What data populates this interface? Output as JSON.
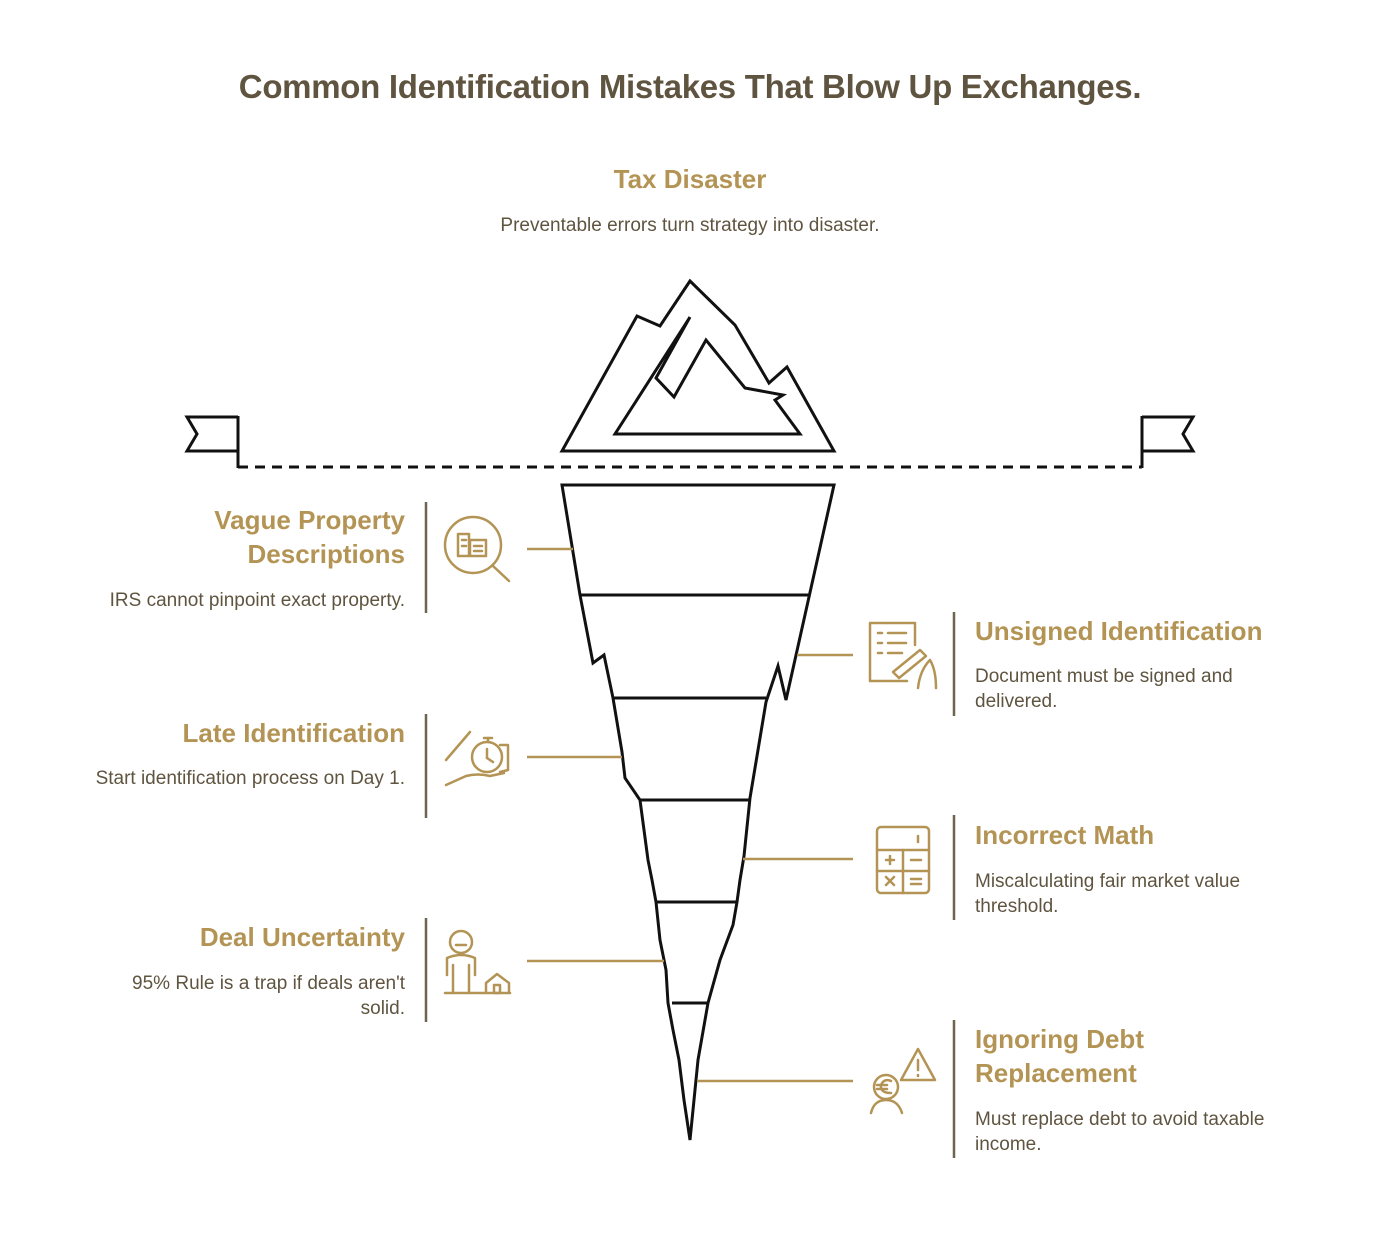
{
  "title": "Common Identification Mistakes That Blow Up Exchanges.",
  "top": {
    "title": "Tax Disaster",
    "description": "Preventable errors turn strategy into disaster."
  },
  "left_items": [
    {
      "title": "Vague Property Descriptions",
      "description": "IRS cannot pinpoint exact property.",
      "icon": "magnifier-building-icon"
    },
    {
      "title": "Late Identification",
      "description": "Start identification process on Day 1.",
      "icon": "hand-stopwatch-icon"
    },
    {
      "title": "Deal Uncertainty",
      "description": "95% Rule is a trap if deals aren't solid.",
      "icon": "person-house-icon"
    }
  ],
  "right_items": [
    {
      "title": "Unsigned Identification",
      "description": "Document must be signed and delivered.",
      "icon": "document-sign-icon"
    },
    {
      "title": "Incorrect Math",
      "description": "Miscalculating fair market value threshold.",
      "icon": "calculator-icon"
    },
    {
      "title": "Ignoring Debt Replacement",
      "description": "Must replace debt to avoid taxable income.",
      "icon": "debt-warning-icon"
    }
  ],
  "colors": {
    "accent": "#b39454",
    "text": "#5f5440",
    "line": "#111111"
  }
}
